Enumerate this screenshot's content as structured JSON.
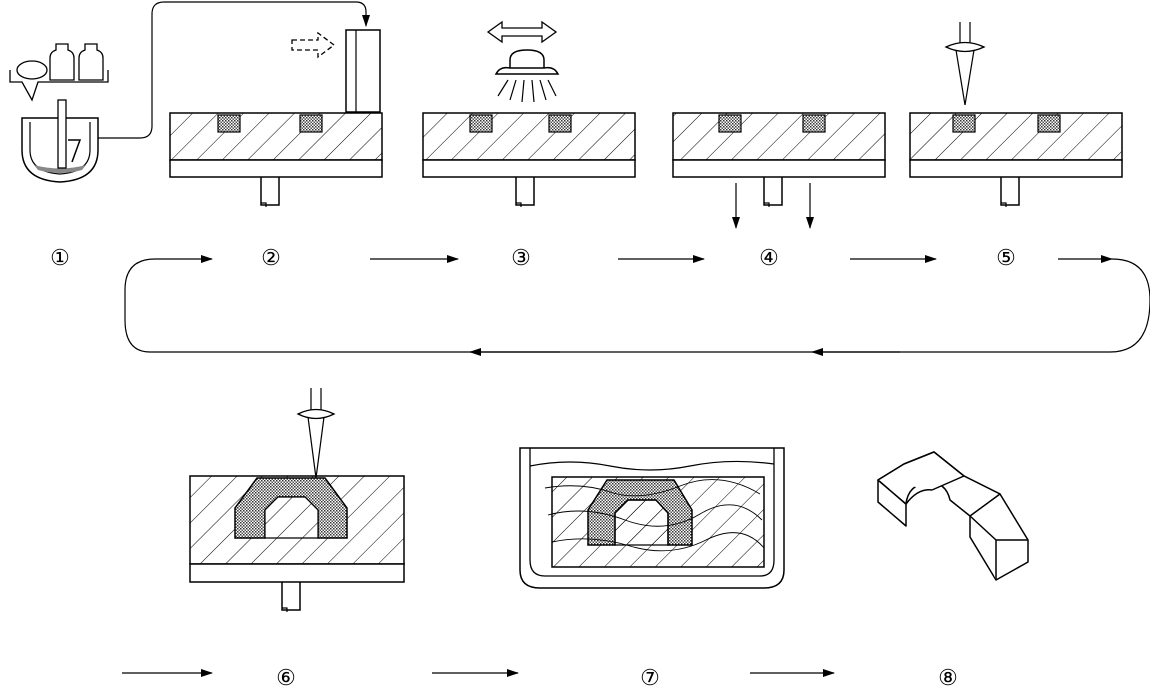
{
  "steps": [
    {
      "label": "①"
    },
    {
      "label": "②"
    },
    {
      "label": "③"
    },
    {
      "label": "④"
    },
    {
      "label": "⑤"
    },
    {
      "label": "⑥"
    },
    {
      "label": "⑦"
    },
    {
      "label": "⑧"
    }
  ],
  "colors": {
    "stroke": "#000000",
    "powder": "#9a9a9a",
    "background": "#ffffff"
  },
  "icons": [
    "powder-mixing-icon",
    "powder-dispenser-icon",
    "spray-nozzle-icon",
    "laser-lens-icon",
    "solvent-bath-icon",
    "finished-part-icon"
  ]
}
